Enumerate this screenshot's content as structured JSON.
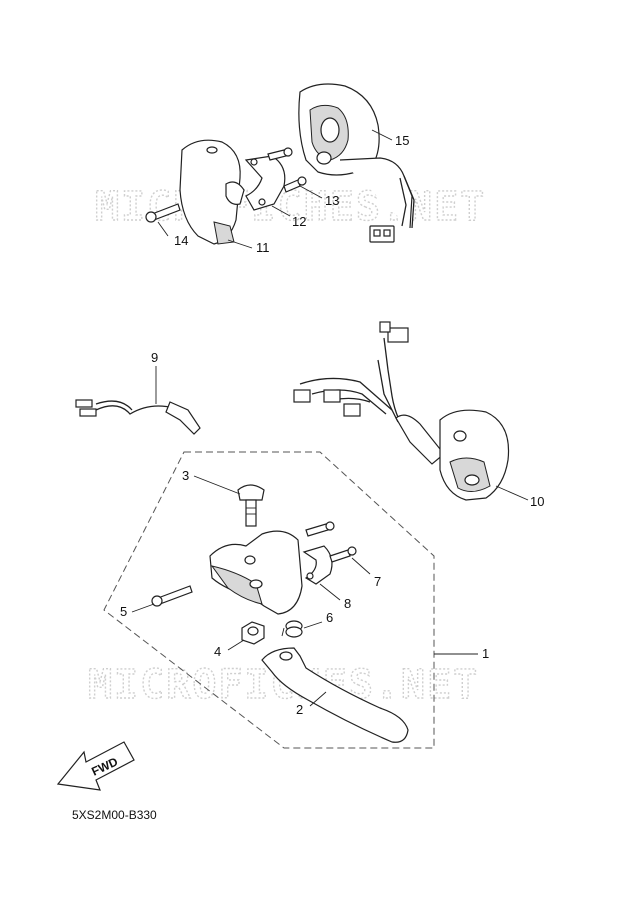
{
  "watermark_text": "MICROFICHES.NET",
  "diagram_code": "5XS2M00-B330",
  "fwd_label": "FWD",
  "callouts": {
    "c1": "1",
    "c2": "2",
    "c3": "3",
    "c4": "4",
    "c5": "5",
    "c6": "6",
    "c7": "7",
    "c8": "8",
    "c9": "9",
    "c10": "10",
    "c11": "11",
    "c12": "12",
    "c13": "13",
    "c14": "14",
    "c15": "15"
  }
}
